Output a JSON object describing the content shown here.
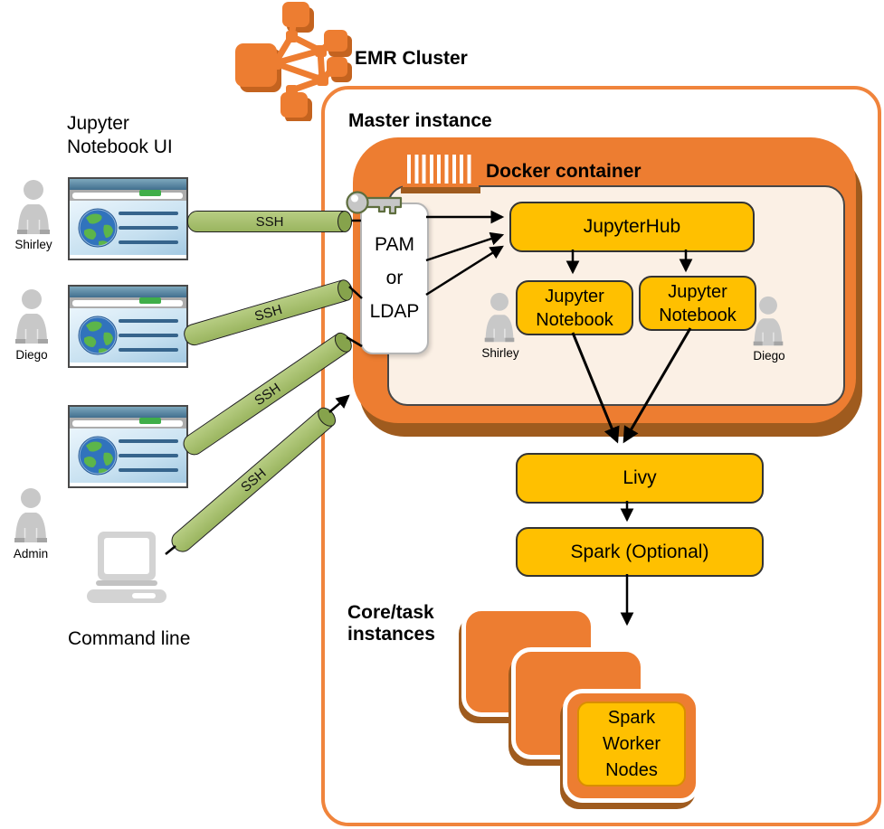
{
  "emr": {
    "label": "EMR Cluster"
  },
  "left": {
    "title": "Jupyter Notebook UI",
    "users": [
      {
        "name": "Shirley"
      },
      {
        "name": "Diego"
      },
      {
        "name": "Admin"
      }
    ],
    "command_line": "Command line",
    "pipes": [
      {
        "label": "SSH"
      },
      {
        "label": "SSH"
      },
      {
        "label": "SSH"
      },
      {
        "label": "SSH"
      }
    ]
  },
  "master": {
    "label": "Master instance",
    "docker_label": "Docker container",
    "auth": {
      "lines": [
        "PAM",
        "or",
        "LDAP"
      ]
    },
    "jupyterhub_label": "JupyterHub",
    "notebooks": [
      {
        "label": "Jupyter Notebook",
        "user": "Shirley"
      },
      {
        "label": "Jupyter Notebook",
        "user": "Diego"
      }
    ]
  },
  "flow": {
    "livy_label": "Livy",
    "spark_label": "Spark (Optional)"
  },
  "core": {
    "label": "Core/task instances",
    "worker_label": "Spark Worker Nodes"
  },
  "colors": {
    "orange": "#ED7D31",
    "orange_border": "#F0843C",
    "brown_shadow": "#9F5B1E",
    "cream_panel": "#FBF0E5",
    "yellow": "#FFC000",
    "pipe_green": "#A4BF6B",
    "pipe_cap_green": "#86A34C"
  }
}
